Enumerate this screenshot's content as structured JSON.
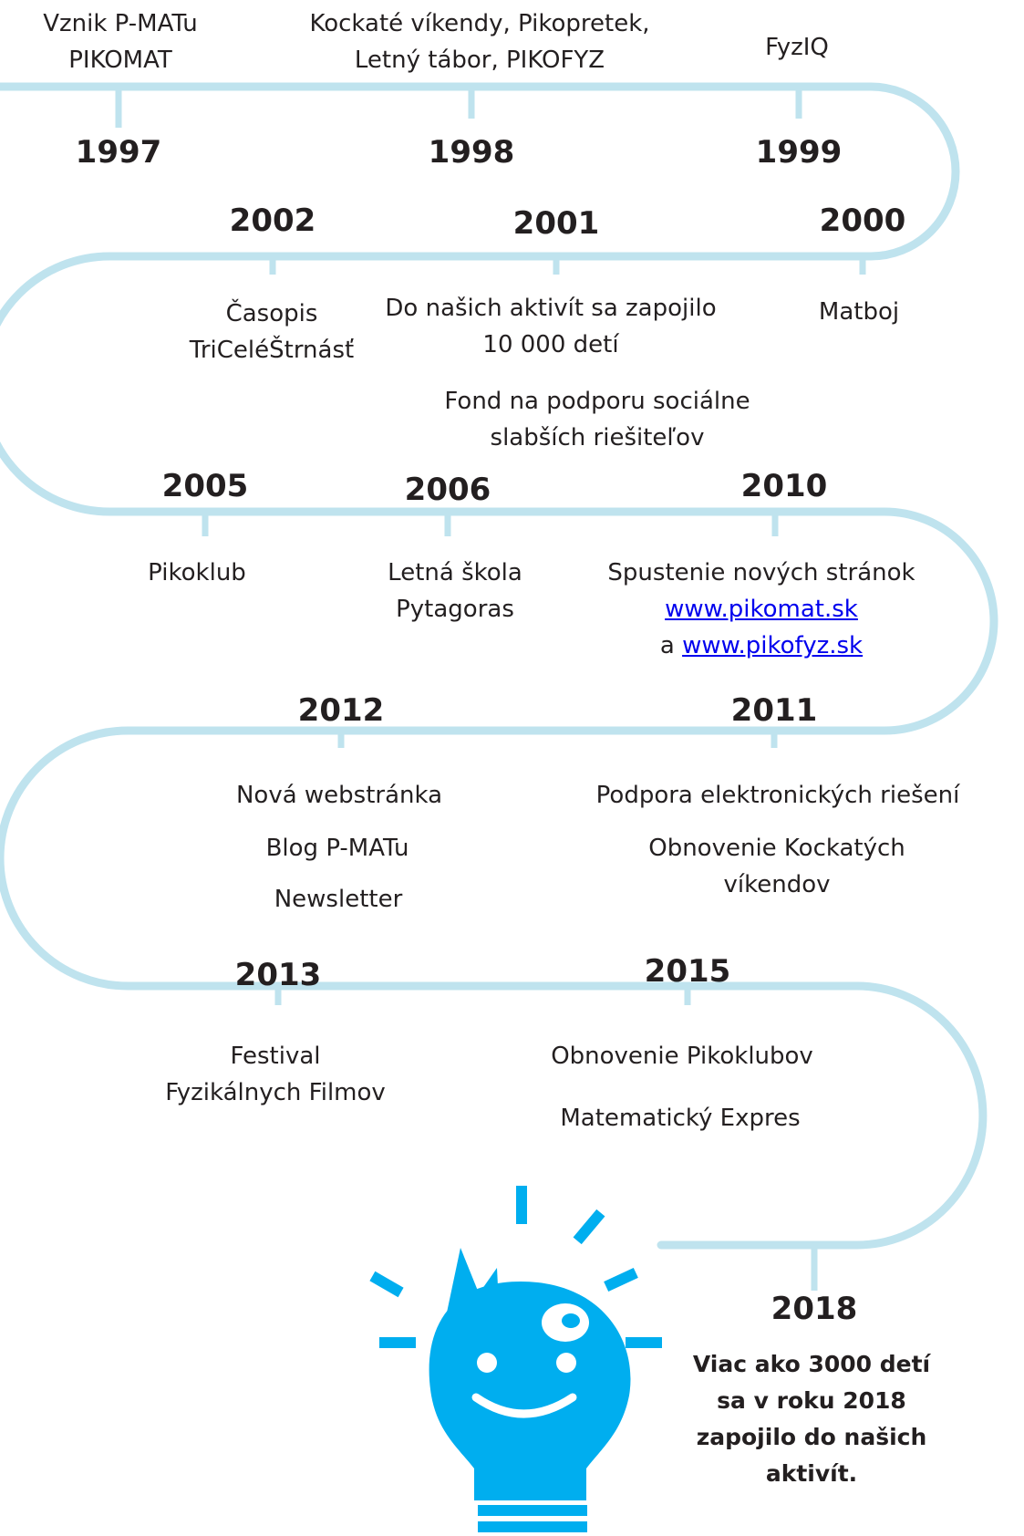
{
  "colors": {
    "track": "#bfe3ee",
    "bulb": "#00aeef",
    "text": "#231f20",
    "link": "#0000ee"
  },
  "icons": {
    "mascot": "lightbulb-face-icon"
  },
  "events": [
    {
      "year": "1997",
      "lines": [
        "Vznik P-MATu",
        "PIKOMAT"
      ]
    },
    {
      "year": "1998",
      "lines": [
        "Kockaté víkendy, Pikopretek,",
        "Letný tábor, PIKOFYZ"
      ]
    },
    {
      "year": "1999",
      "lines": [
        "FyzIQ"
      ]
    },
    {
      "year": "2000",
      "lines": [
        "Matboj"
      ]
    },
    {
      "year": "2001",
      "lines": [
        "Do našich aktivít sa zapojilo",
        "10 000 detí"
      ],
      "extra": [
        "Fond na podporu sociálne",
        "slabších riešiteľov"
      ]
    },
    {
      "year": "2002",
      "lines": [
        "Časopis",
        "TriCeléŠtrnásť"
      ]
    },
    {
      "year": "2005",
      "lines": [
        "Pikoklub"
      ]
    },
    {
      "year": "2006",
      "lines": [
        "Letná škola",
        "Pytagoras"
      ]
    },
    {
      "year": "2010",
      "lines": [
        "Spustenie nových stránok"
      ],
      "link1": "www.pikomat.sk",
      "and": "a",
      "link2": "www.pikofyz.sk"
    },
    {
      "year": "2011",
      "lines": [
        "Podpora elektronických riešení"
      ],
      "extra": [
        "Obnovenie Kockatých",
        "víkendov"
      ]
    },
    {
      "year": "2012",
      "items": [
        "Nová webstránka",
        "Blog P-MATu",
        "Newsletter"
      ]
    },
    {
      "year": "2013",
      "lines": [
        "Festival",
        "Fyzikálnych Filmov"
      ]
    },
    {
      "year": "2015",
      "items": [
        "Obnovenie Pikoklubov",
        "Matematický Expres"
      ]
    },
    {
      "year": "2018",
      "lines": [
        "Viac ako 3000 detí",
        "sa v roku 2018",
        "zapojilo do našich",
        "aktivít."
      ]
    }
  ]
}
